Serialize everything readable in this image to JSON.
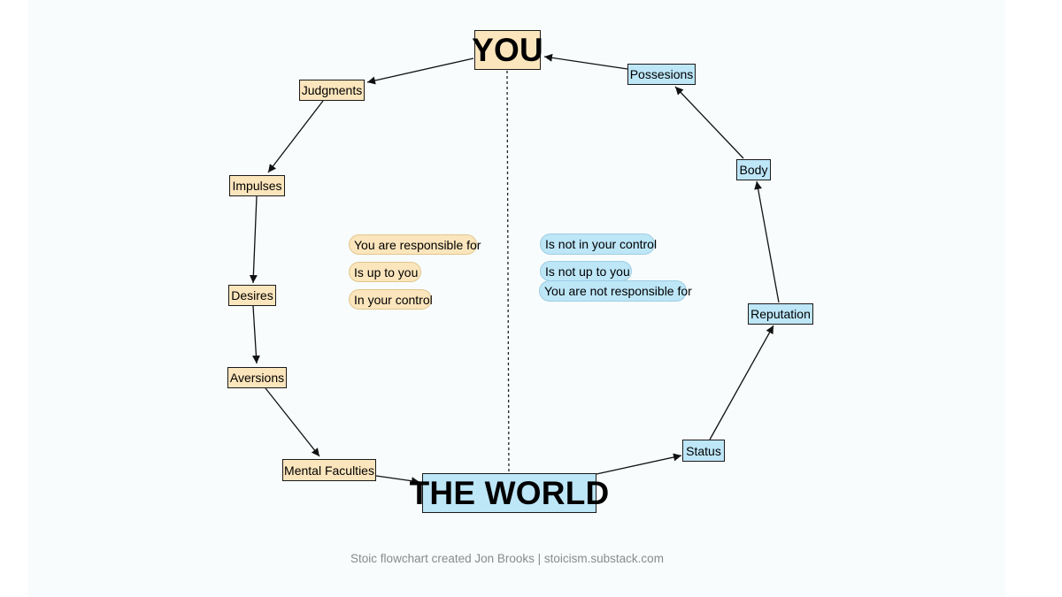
{
  "diagram": {
    "you_node": "YOU",
    "world_node": "THE WORLD",
    "left_cycle": {
      "judgments": "Judgments",
      "impulses": "Impulses",
      "desires": "Desires",
      "aversions": "Aversions",
      "mental_faculties": "Mental Faculties"
    },
    "right_cycle": {
      "status": "Status",
      "reputation": "Reputation",
      "body": "Body",
      "possesions": "Possesions"
    },
    "in_control_labels": [
      "You are responsible for",
      "Is up to you",
      "In your control"
    ],
    "out_of_control_labels": [
      "Is not in your control",
      "Is not up to you",
      "You are not responsible for"
    ],
    "colors": {
      "you_side": "#fbe5bc",
      "world_side": "#bde6f7",
      "background": "#f8fcfc",
      "edge": "#111111"
    }
  },
  "footer": "Stoic flowchart created Jon Brooks | stoicism.substack.com"
}
